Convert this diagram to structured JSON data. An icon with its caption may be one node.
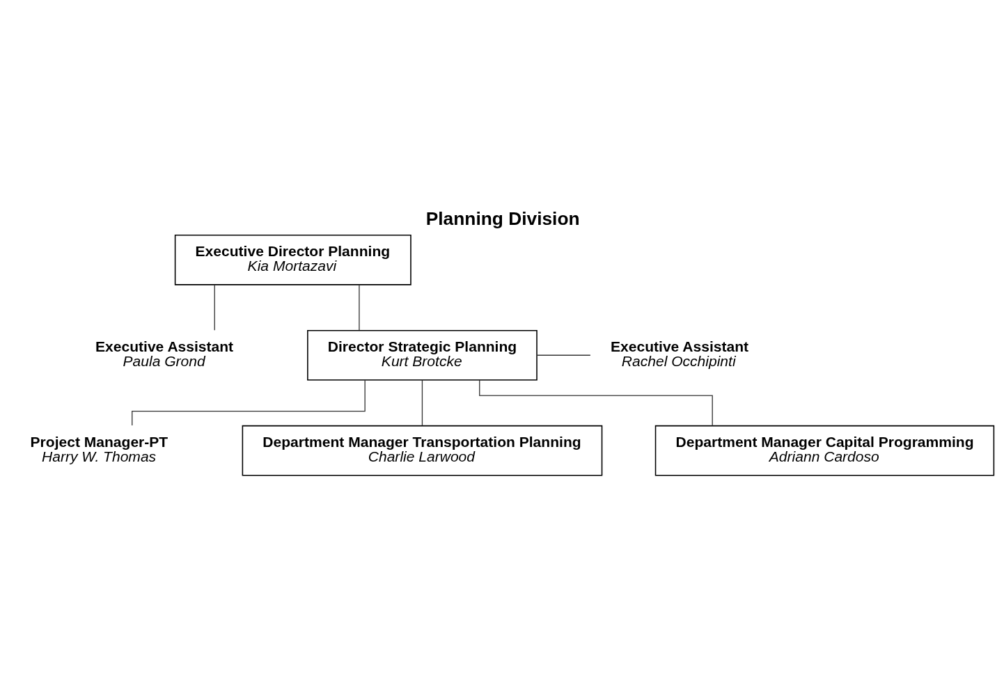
{
  "diagram": {
    "title": "Planning Division",
    "nodes": [
      {
        "text": [
          "Executive Director Planning",
          "Kia Mortazavi"
        ]
      },
      {
        "text": [
          "Executive Assistant",
          "Paula Grond"
        ]
      },
      {
        "text": [
          "Director Strategic Planning",
          "Kurt Brotcke"
        ]
      },
      {
        "text": [
          "Executive Assistant",
          "Rachel Occhipinti"
        ]
      },
      {
        "text": [
          "Project Manager-PT",
          "Harry W. Thomas"
        ]
      },
      {
        "text": [
          "Department Manager Transportation Planning",
          "Charlie Larwood"
        ]
      },
      {
        "text": [
          "Department Manager Capital Programming",
          "Adriann Cardoso"
        ]
      }
    ],
    "edges": [
      {
        "from": 0,
        "to": 1,
        "arrow": "none"
      },
      {
        "from": 0,
        "to": 2,
        "arrow": "none"
      },
      {
        "from": 2,
        "to": 3,
        "arrow": "none"
      },
      {
        "from": 2,
        "to": 4,
        "arrow": "none"
      },
      {
        "from": 2,
        "to": 5,
        "arrow": "none"
      },
      {
        "from": 2,
        "to": 6,
        "arrow": "none"
      }
    ]
  }
}
